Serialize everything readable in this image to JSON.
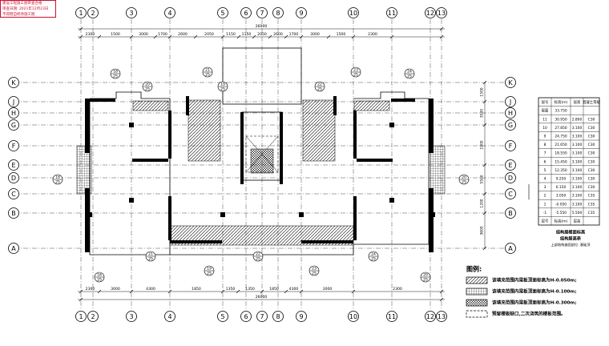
{
  "stamp": {
    "line1": "建设工程施工图审查合格",
    "line2": "审查日期: 2021年12月23日",
    "line3": "不得擅自修改施工图"
  },
  "axes": {
    "columns": [
      "1",
      "2",
      "3",
      "4",
      "5",
      "6",
      "7",
      "8",
      "9",
      "10",
      "11",
      "12",
      "13"
    ],
    "rows": [
      "K",
      "J",
      "H",
      "G",
      "F",
      "E",
      "D",
      "C",
      "B",
      "A"
    ]
  },
  "dimensions": {
    "total": "26000",
    "top_left": [
      "2300",
      "1500",
      "3000",
      "1700",
      "2600",
      "2050",
      "1150",
      "1150",
      "2050",
      "2600",
      "1700",
      "3000",
      "1500",
      "2300"
    ],
    "bottom": [
      "2300",
      "3000",
      "4300",
      "1850",
      "1350",
      "1350",
      "1850",
      "4300",
      "3000",
      "2300"
    ],
    "right_side": [
      "1500",
      "3500",
      "1900",
      "5500",
      "1200",
      "3600",
      "1800"
    ]
  },
  "section_marks": [
    {
      "num": "18",
      "sheet": "25"
    },
    {
      "num": "20",
      "sheet": "25"
    },
    {
      "num": "21",
      "sheet": "25"
    },
    {
      "num": "19",
      "sheet": "25"
    },
    {
      "num": "22",
      "sheet": "25"
    },
    {
      "num": "23",
      "sheet": "25"
    },
    {
      "num": "24",
      "sheet": "25"
    }
  ],
  "floor_table": {
    "headers": [
      "层号",
      "标高(m)",
      "层高",
      "混凝土等级"
    ],
    "rows": [
      [
        "屋面",
        "33.750",
        "",
        ""
      ],
      [
        "11",
        "30.950",
        "2.800",
        "C30"
      ],
      [
        "10",
        "27.850",
        "3.100",
        "C30"
      ],
      [
        "9",
        "24.750",
        "3.100",
        "C30"
      ],
      [
        "8",
        "21.650",
        "3.100",
        "C30"
      ],
      [
        "7",
        "18.550",
        "3.100",
        "C30"
      ],
      [
        "6",
        "15.450",
        "3.100",
        "C30"
      ],
      [
        "5",
        "12.350",
        "3.100",
        "C30"
      ],
      [
        "4",
        "9.250",
        "3.100",
        "C30"
      ],
      [
        "3",
        "6.150",
        "3.100",
        "C30"
      ],
      [
        "2",
        "3.050",
        "3.100",
        "C35"
      ],
      [
        "1",
        "-0.050",
        "3.100",
        "C35"
      ],
      [
        "-1",
        "-5.550",
        "5.500",
        "C35"
      ]
    ],
    "footer": [
      "层号",
      "标高(m)",
      "层高"
    ],
    "caption_1": "结构层楼面标高",
    "caption_2": "结构层高表",
    "caption_3": "上部结构嵌固部位: 基础顶"
  },
  "legend": {
    "title": "图例:",
    "items": [
      {
        "pattern": "diag",
        "text": "该填充范围内梁板顶面标高为H-0.050m;"
      },
      {
        "pattern": "grid",
        "text": "该填充范围内梁板顶面标高为H-0.100m;"
      },
      {
        "pattern": "dense",
        "text": "该填充范围内梁板顶面标高为H-0.300m;"
      },
      {
        "pattern": "box",
        "text": "预留楼板缺口,二次浇筑的楼板范围。"
      }
    ]
  },
  "colors": {
    "stamp": "#c8102e",
    "line": "#000000"
  }
}
